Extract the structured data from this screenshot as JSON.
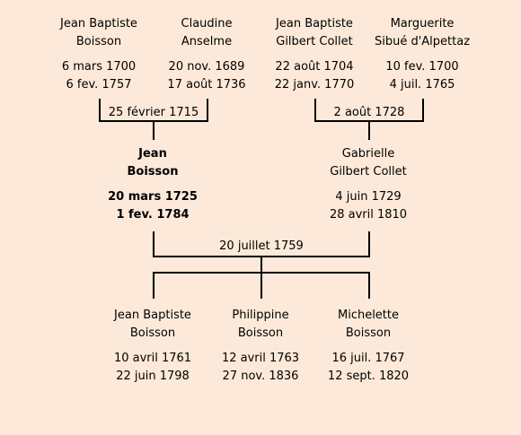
{
  "grandparents": [
    {
      "name1": "Jean Baptiste",
      "name2": "Boisson",
      "birth": "6 mars 1700",
      "death": "6 fev. 1757"
    },
    {
      "name1": "Claudine",
      "name2": "Anselme",
      "birth": "20 nov. 1689",
      "death": "17 août 1736"
    },
    {
      "name1": "Jean Baptiste",
      "name2": "Gilbert Collet",
      "birth": "22 août 1704",
      "death": "22 janv. 1770"
    },
    {
      "name1": "Marguerite",
      "name2": "Sibué d'Alpettaz",
      "birth": "10 fev. 1700",
      "death": "4 juil. 1765"
    }
  ],
  "grandparent_marriages": [
    "25 février 1715",
    "2 août 1728"
  ],
  "parents": [
    {
      "name1": "Jean",
      "name2": "Boisson",
      "birth": "20 mars 1725",
      "death": "1 fev. 1784"
    },
    {
      "name1": "Gabrielle",
      "name2": "Gilbert Collet",
      "birth": "4 juin 1729",
      "death": "28 avril 1810"
    }
  ],
  "parent_marriage": "20 juillet 1759",
  "children": [
    {
      "name1": "Jean Baptiste",
      "name2": "Boisson",
      "birth": "10 avril 1761",
      "death": "22 juin 1798"
    },
    {
      "name1": "Philippine",
      "name2": "Boisson",
      "birth": "12 avril 1763",
      "death": "27 nov. 1836"
    },
    {
      "name1": "Michelette",
      "name2": "Boisson",
      "birth": "16 juil. 1767",
      "death": "12 sept. 1820"
    }
  ]
}
